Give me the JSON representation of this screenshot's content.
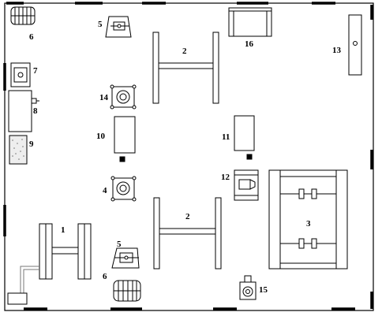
{
  "labels": {
    "l1": "1",
    "l2a": "2",
    "l2b": "2",
    "l3": "3",
    "l4": "4",
    "l5a": "5",
    "l5b": "5",
    "l6a": "6",
    "l6b": "6",
    "l7": "7",
    "l8": "8",
    "l9": "9",
    "l10": "10",
    "l11": "11",
    "l12": "12",
    "l13": "13",
    "l14": "14",
    "l15": "15",
    "l16": "16"
  },
  "colors": {
    "line": "#000000",
    "fill": "#ffffff",
    "light": "#888888"
  }
}
